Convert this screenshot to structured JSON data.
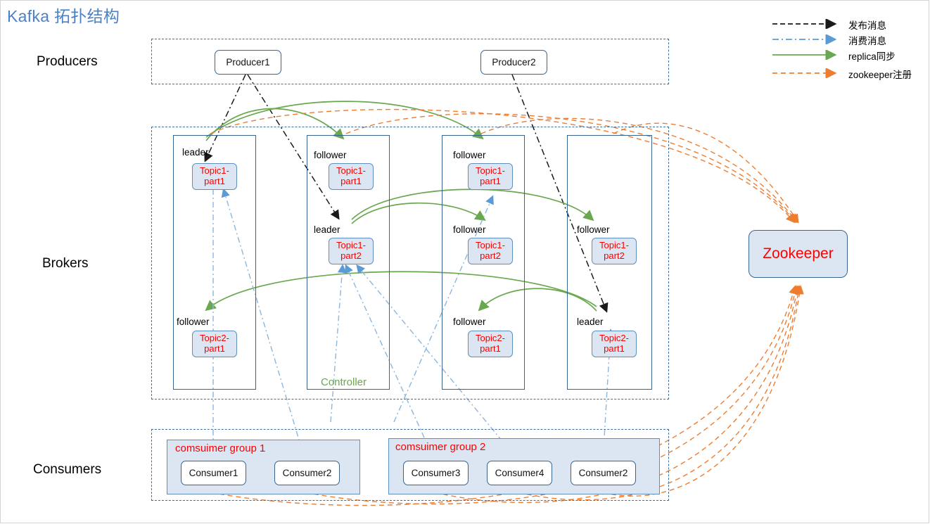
{
  "title": "Kafka 拓扑结构",
  "zones": [
    {
      "key": "producers",
      "label": "Producers"
    },
    {
      "key": "brokers",
      "label": "Brokers"
    },
    {
      "key": "consumers",
      "label": "Consumers"
    }
  ],
  "producers": [
    {
      "label": "Producer1"
    },
    {
      "label": "Producer2"
    }
  ],
  "brokers": [
    {
      "controller": "",
      "slots": [
        {
          "role": "leader",
          "partition": "Topic1-\npart1"
        },
        {
          "role": "",
          "partition": ""
        },
        {
          "role": "follower",
          "partition": "Topic2-\npart1"
        }
      ]
    },
    {
      "controller": "Controller",
      "slots": [
        {
          "role": "follower",
          "partition": "Topic1-\npart1"
        },
        {
          "role": "leader",
          "partition": "Topic1-\npart2"
        },
        {
          "role": "",
          "partition": ""
        }
      ]
    },
    {
      "controller": "",
      "slots": [
        {
          "role": "follower",
          "partition": "Topic1-\npart1"
        },
        {
          "role": "follower",
          "partition": "Topic1-\npart2"
        },
        {
          "role": "follower",
          "partition": "Topic2-\npart1"
        }
      ]
    },
    {
      "controller": "",
      "slots": [
        {
          "role": "",
          "partition": ""
        },
        {
          "role": "follower",
          "partition": "Topic1-\npart2"
        },
        {
          "role": "leader",
          "partition": "Topic2-\npart1"
        }
      ]
    }
  ],
  "consumer_groups": [
    {
      "title": "comsuimer group 1",
      "consumers": [
        "Consumer1",
        "Consumer2"
      ]
    },
    {
      "title": "comsuimer group 2",
      "consumers": [
        "Consumer3",
        "Consumer4",
        "Consumer2"
      ]
    }
  ],
  "zookeeper": {
    "label": "Zookeeper"
  },
  "legend": [
    {
      "label": "发布消息",
      "style": "dash-dot",
      "color": "#1a1a1a"
    },
    {
      "label": "消费消息",
      "style": "dash-dot",
      "color": "#5b9bd5"
    },
    {
      "label": "replica同步",
      "style": "solid",
      "color": "#6aa84f"
    },
    {
      "label": "zookeeper注册",
      "style": "dashed",
      "color": "#ed7d31"
    }
  ],
  "colors": {
    "title": "#4a81c4",
    "publish": "#1a1a1a",
    "consume": "#5b9bd5",
    "replica": "#6aa84f",
    "zookeeper_register": "#ed7d31",
    "box_border": "#38658f",
    "partition_fill": "#dce6f2",
    "partition_text": "#fc0000",
    "controller_text": "#6aa84f"
  }
}
